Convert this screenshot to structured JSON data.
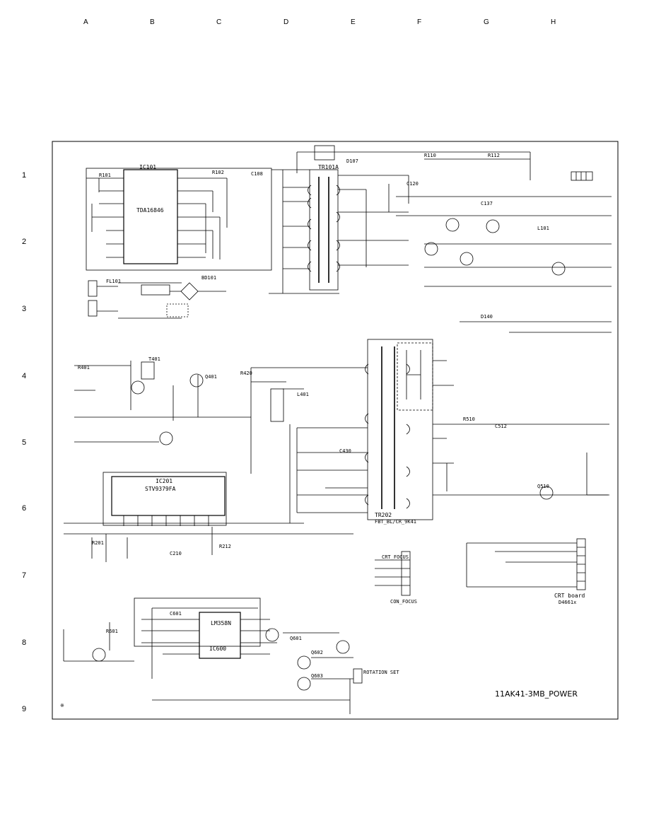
{
  "grid": {
    "columns": [
      "A",
      "B",
      "C",
      "D",
      "E",
      "F",
      "G",
      "H"
    ],
    "rows": [
      "1",
      "2",
      "3",
      "4",
      "5",
      "6",
      "7",
      "8",
      "9"
    ]
  },
  "schematic": {
    "title": "11AK41-3MB_POWER",
    "ic_power_ctrl": "TDA16846",
    "ic_power_ctrl_ref": "IC101",
    "ic_vert": "STV9379FA",
    "ic_vert_ref": "IC201",
    "ic_comp": "LM358N",
    "ic_comp_ref": "IC600",
    "transformer_main": "TR101A",
    "transformer_fbt": "TR202",
    "fbt_part": "FBT_BL/CR_9K41",
    "crt_board": "CRT board",
    "crt_board_conn": "D4661x",
    "conn_focus": "CON_FOCUS",
    "conn_rotation": "ROTATION SET",
    "mark": "※"
  },
  "colors": {
    "ink": "#000000",
    "paper": "#ffffff"
  }
}
